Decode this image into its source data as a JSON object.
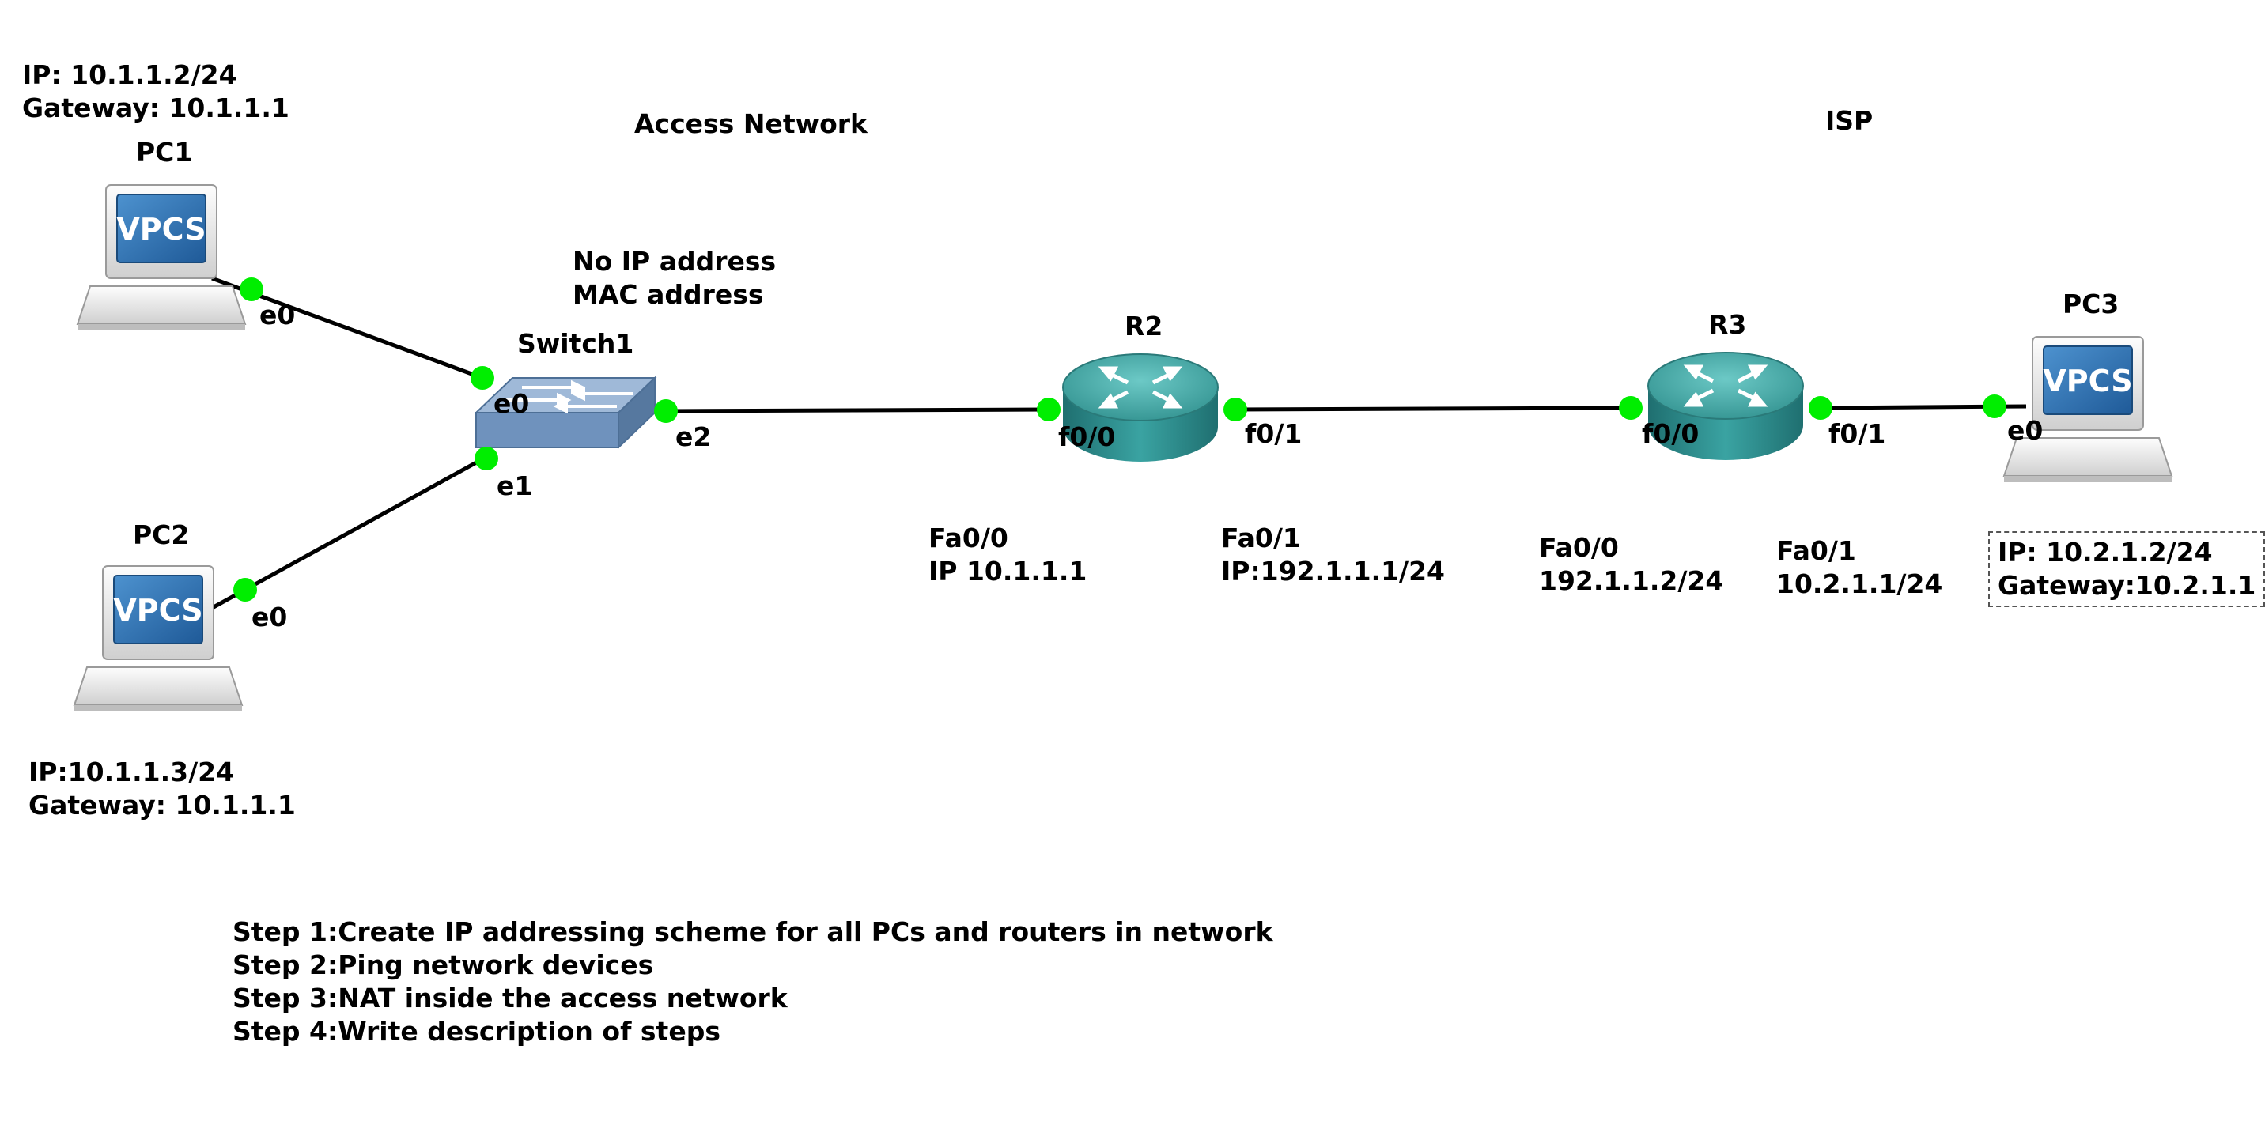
{
  "zones": {
    "access": "Access Network",
    "isp": "ISP"
  },
  "devices": {
    "pc1": {
      "name": "PC1",
      "screen": "VPCS",
      "ip": "IP: 10.1.1.2/24",
      "gateway": "Gateway: 10.1.1.1"
    },
    "pc2": {
      "name": "PC2",
      "screen": "VPCS",
      "ip": "IP:10.1.1.3/24",
      "gateway": "Gateway: 10.1.1.1"
    },
    "pc3": {
      "name": "PC3",
      "screen": "VPCS",
      "ip": "IP: 10.2.1.2/24",
      "gateway": "Gateway:10.2.1.1"
    },
    "switch1": {
      "name": "Switch1",
      "note1": "No IP address",
      "note2": "MAC address"
    },
    "r2": {
      "name": "R2"
    },
    "r3": {
      "name": "R3"
    }
  },
  "ports": {
    "pc1_e0": "e0",
    "pc2_e0": "e0",
    "pc3_e0": "e0",
    "sw_e0": "e0",
    "sw_e1": "e1",
    "sw_e2": "e2",
    "r2_f00": "f0/0",
    "r2_f01": "f0/1",
    "r3_f00": "f0/0",
    "r3_f01": "f0/1"
  },
  "interfaces": {
    "r2_fa00": {
      "name": "Fa0/0",
      "ip": "IP 10.1.1.1"
    },
    "r2_fa01": {
      "name": "Fa0/1",
      "ip": "IP:192.1.1.1/24"
    },
    "r3_fa00": {
      "name": "Fa0/0",
      "ip": "192.1.1.2/24"
    },
    "r3_fa01": {
      "name": "Fa0/1",
      "ip": "10.2.1.1/24"
    }
  },
  "steps": [
    "Step 1:Create IP addressing scheme for all PCs and routers in network",
    "Step 2:Ping network devices",
    "Step 3:NAT inside the access network",
    "Step 4:Write description of steps"
  ],
  "colors": {
    "port": "#00ee00",
    "router": "#2e8c8c",
    "router_top": "#3ea9a7",
    "switch": "#7a9cc4",
    "screen": "#2f6fae",
    "link": "#000000"
  }
}
